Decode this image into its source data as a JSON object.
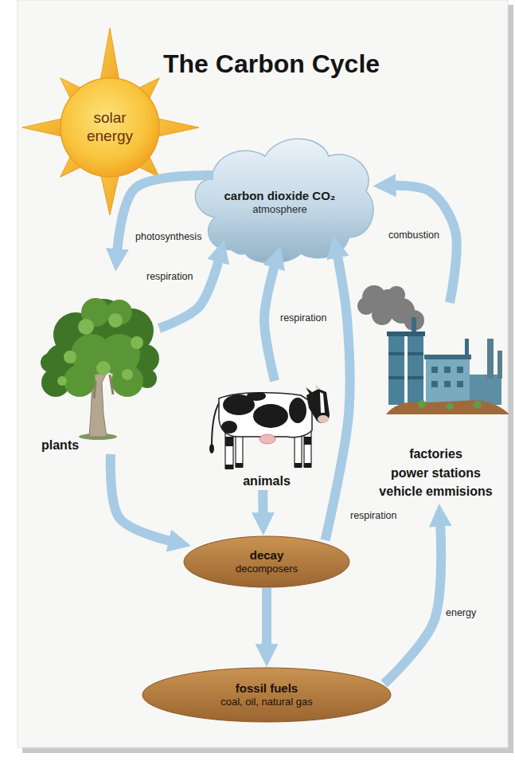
{
  "diagram": {
    "title": "The Carbon Cycle",
    "nodes": [
      {
        "text": [
          "solar energy"
        ]
      },
      {
        "text": [
          "carbon dioxide CO₂",
          "atmosphere"
        ]
      },
      {
        "text": [
          "plants"
        ]
      },
      {
        "text": [
          "animals"
        ]
      },
      {
        "text": [
          "factories power stations vehicle emmisions"
        ]
      },
      {
        "text": [
          "decay",
          "decomposers"
        ]
      },
      {
        "text": [
          "fossil fuels",
          "coal, oil, natural gas"
        ]
      }
    ],
    "edges": [
      {
        "from": 1,
        "to": 2,
        "label": "photosynthesis",
        "arrow": "to"
      },
      {
        "from": 2,
        "to": 1,
        "label": "respiration",
        "arrow": "to"
      },
      {
        "from": 3,
        "to": 1,
        "label": "respiration",
        "arrow": "to"
      },
      {
        "from": 5,
        "to": 1,
        "label": "respiration",
        "arrow": "to"
      },
      {
        "from": 4,
        "to": 1,
        "label": "combustion",
        "arrow": "to"
      },
      {
        "from": 2,
        "to": 5,
        "arrow": "to"
      },
      {
        "from": 3,
        "to": 5,
        "arrow": "to"
      },
      {
        "from": 5,
        "to": 6,
        "arrow": "to"
      },
      {
        "from": 6,
        "to": 4,
        "label": "energy",
        "arrow": "to"
      }
    ]
  }
}
